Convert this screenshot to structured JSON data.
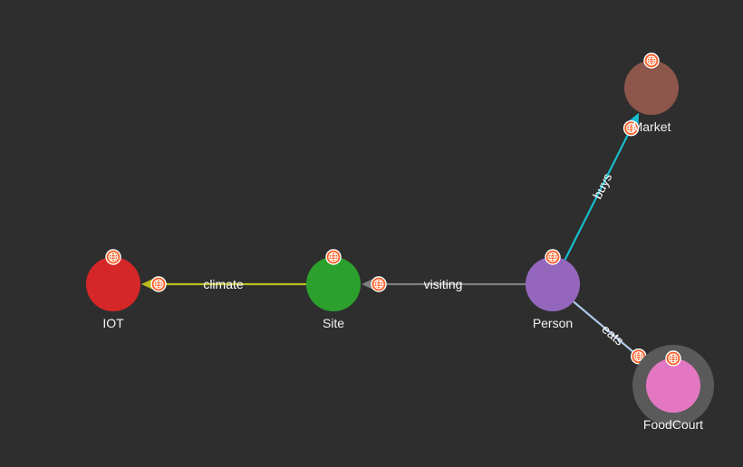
{
  "background": "#2e2e2e",
  "badge_icon": "globe-icon",
  "badge_color": "#ff5a1f",
  "nodes": [
    {
      "id": "iot",
      "label": "IOT",
      "color": "#d62728"
    },
    {
      "id": "site",
      "label": "Site",
      "color": "#2ca02c"
    },
    {
      "id": "person",
      "label": "Person",
      "color": "#9467bd"
    },
    {
      "id": "market",
      "label": "Market",
      "color": "#8c564b"
    },
    {
      "id": "foodcourt",
      "label": "FoodCourt",
      "color": "#e377c2",
      "selected": true
    }
  ],
  "edges": [
    {
      "from": "site",
      "to": "iot",
      "label": "climate",
      "color": "#bcbd22"
    },
    {
      "from": "person",
      "to": "site",
      "label": "visiting",
      "color": "#7f7f7f"
    },
    {
      "from": "person",
      "to": "market",
      "label": "buys",
      "color": "#17becf"
    },
    {
      "from": "person",
      "to": "foodcourt",
      "label": "eats",
      "color": "#aec7e8"
    }
  ]
}
